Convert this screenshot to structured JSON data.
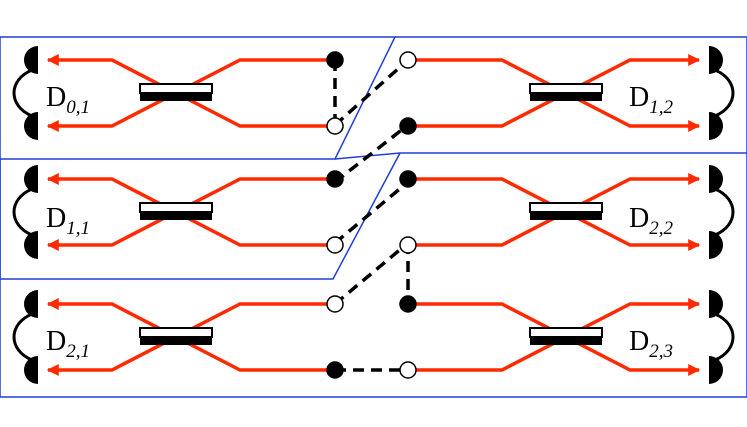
{
  "colors": {
    "frame": "#1f3fd6",
    "beam": "#ff2a00",
    "ink": "#000000",
    "paper": "#ffffff"
  },
  "detectors": [
    {
      "base": "D",
      "sub": "0,1"
    },
    {
      "base": "D",
      "sub": "1,2"
    },
    {
      "base": "D",
      "sub": "1,1"
    },
    {
      "base": "D",
      "sub": "2,2"
    },
    {
      "base": "D",
      "sub": "2,1"
    },
    {
      "base": "D",
      "sub": "2,3"
    }
  ]
}
